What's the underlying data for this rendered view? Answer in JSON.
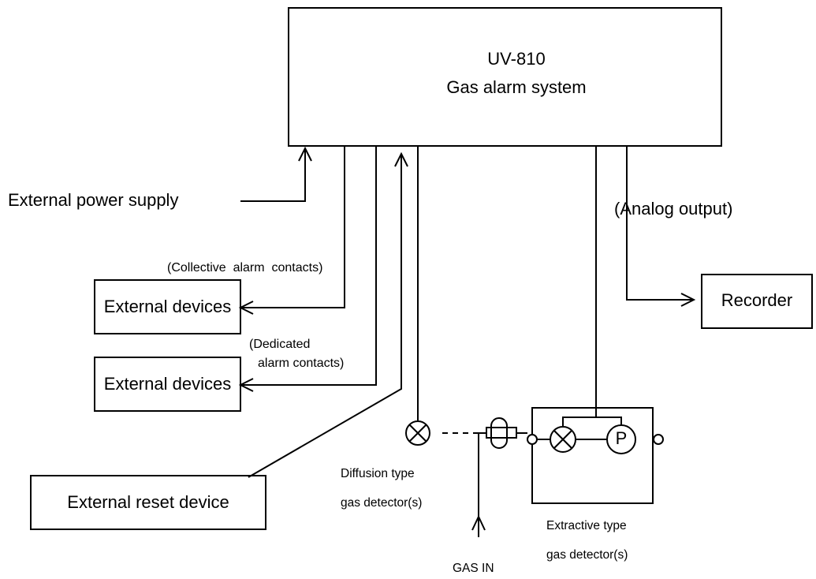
{
  "main_unit": {
    "model": "UV-810",
    "name": "Gas alarm system"
  },
  "external_power_supply": "External power supply",
  "analog_output": "(Analog output)",
  "recorder": "Recorder",
  "collective_alarm_contacts": "(Collective  alarm  contacts)",
  "dedicated_alarm_contacts_line1": "(Dedicated",
  "dedicated_alarm_contacts_line2": "alarm contacts)",
  "external_devices_1": "External devices",
  "external_devices_2": "External devices",
  "external_reset_device": "External reset device",
  "diffusion_detector_line1": "Diffusion type",
  "diffusion_detector_line2": "gas detector(s)",
  "extractive_detector_line1": "Extractive type",
  "extractive_detector_line2": "gas detector(s)",
  "gas_in": "GAS IN",
  "pump_symbol": "P",
  "colors": {
    "line": "#000000",
    "background": "#ffffff"
  }
}
